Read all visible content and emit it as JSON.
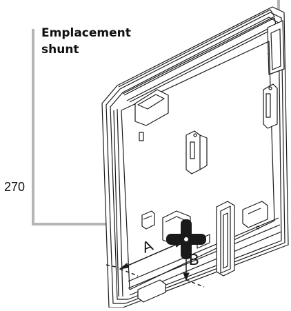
{
  "callout": {
    "line1": "Emplacement",
    "line2": "shunt"
  },
  "dimension_value": "270",
  "dimension_labels": {
    "a": "A",
    "b": "B"
  },
  "colors": {
    "callout_line": "#b5b5b5",
    "drawing_stroke": "#1a1a1a",
    "cross_marker": "#1a1a1a",
    "background": "#ffffff"
  },
  "icons": {
    "marker": "cross-marker-icon"
  }
}
